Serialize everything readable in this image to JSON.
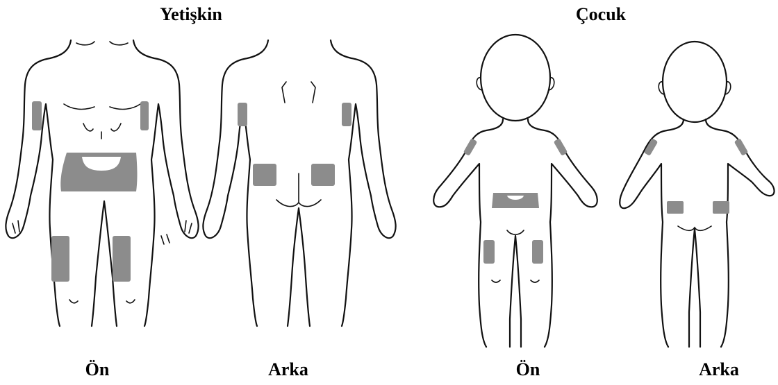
{
  "headings": {
    "adult": "Yetişkin",
    "child": "Çocuk"
  },
  "captions": {
    "adult_front": "Ön",
    "adult_back": "Arka",
    "child_front": "Ön",
    "child_back": "Arka"
  },
  "colors": {
    "injection_site": "#8c8c8c",
    "outline": "#111111"
  }
}
